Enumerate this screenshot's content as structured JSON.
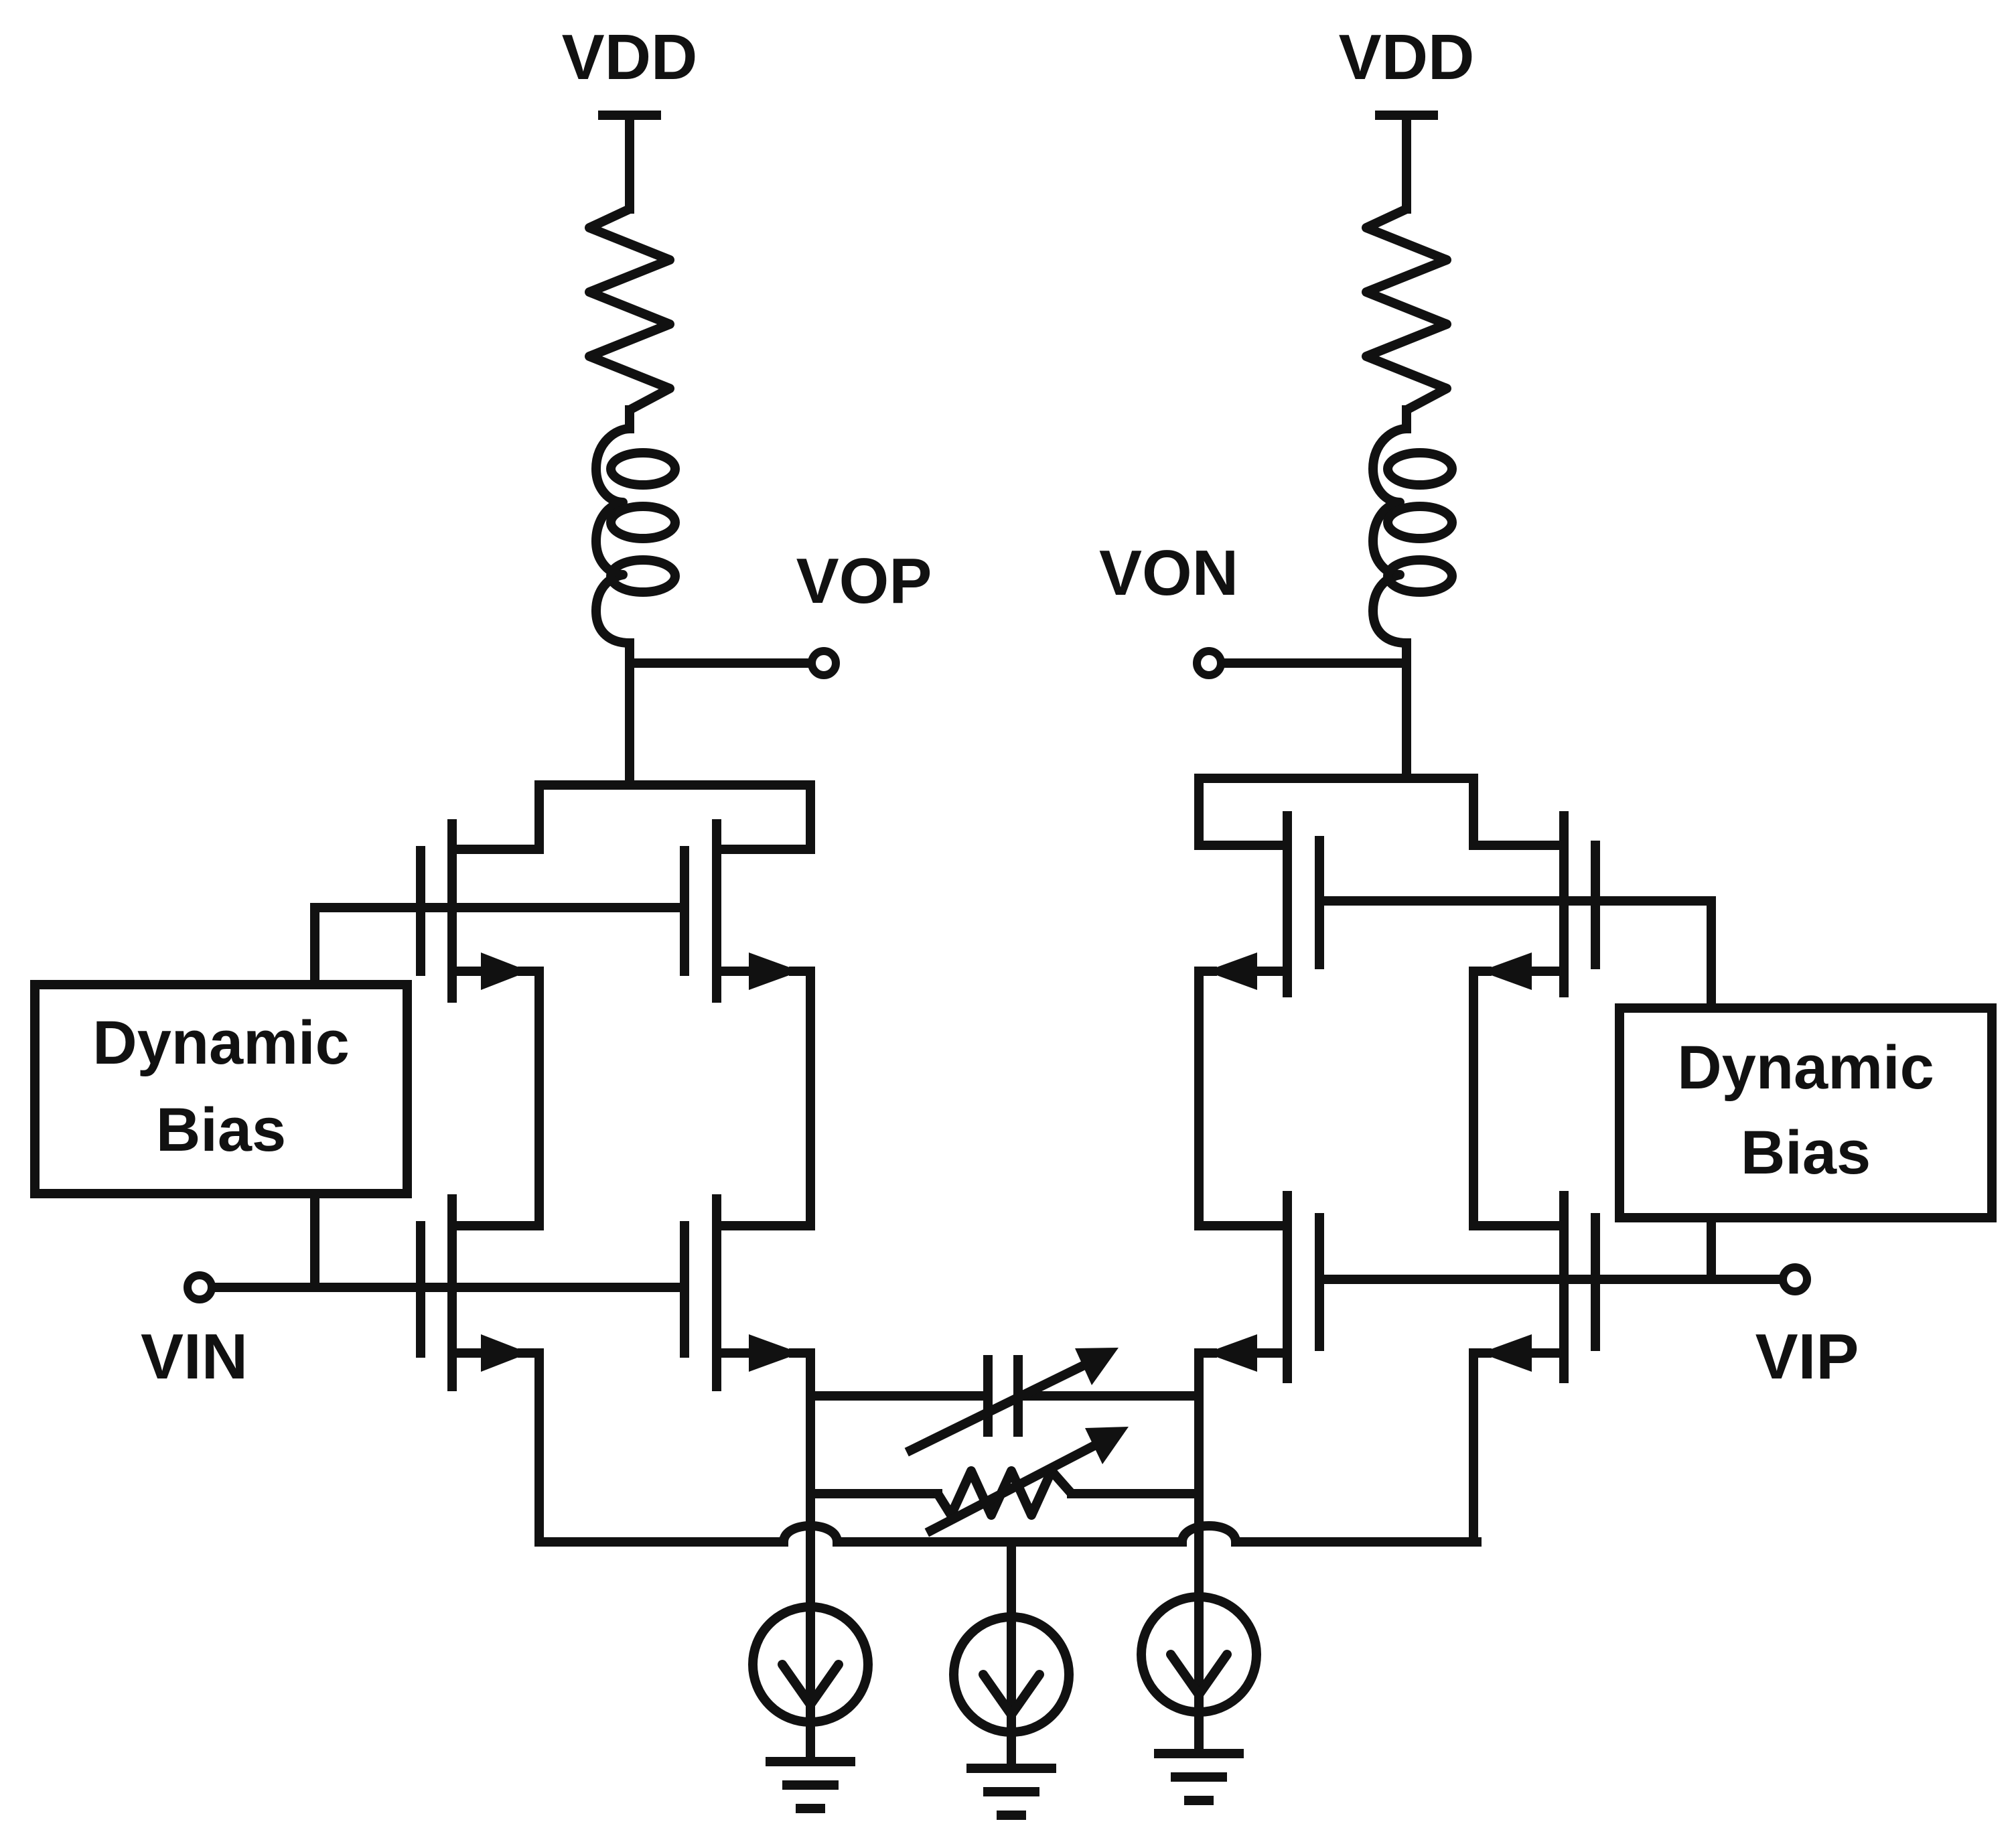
{
  "labels": {
    "vdd_left": "VDD",
    "vdd_right": "VDD",
    "vop": "VOP",
    "von": "VON",
    "vin": "VIN",
    "vip": "VIP"
  },
  "blocks": {
    "left": {
      "line1": "Dynamic",
      "line2": "Bias"
    },
    "right": {
      "line1": "Dynamic",
      "line2": "Bias"
    }
  },
  "colors": {
    "ink": "#111111",
    "background": "#ffffff"
  }
}
